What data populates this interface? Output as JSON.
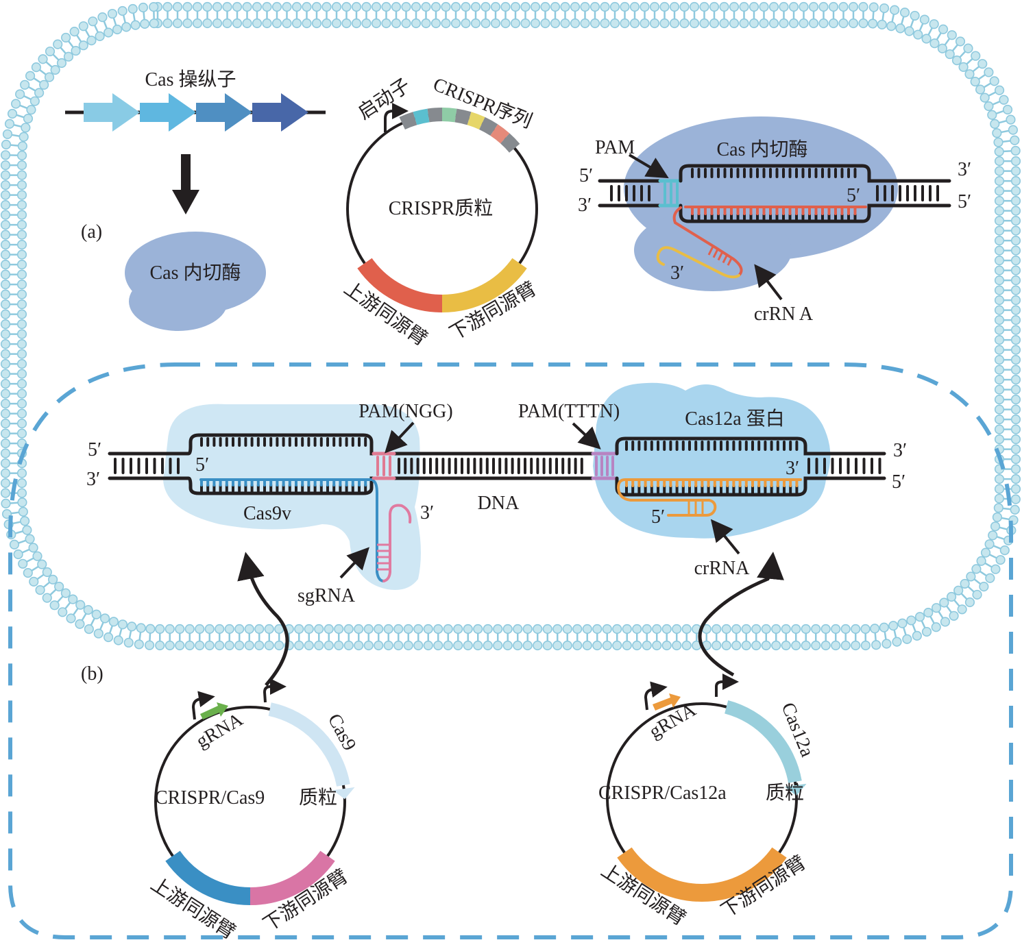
{
  "figure": {
    "panels": [
      "(a)",
      "(b)"
    ],
    "colors": {
      "membrane": "#8ec9de",
      "membrane_fill": "#c7e6ee",
      "dashed_box": "#5aa5d4",
      "cas_enzyme": "#9bb3d8",
      "cas9_blob": "#cfe7f4",
      "cas12a_blob": "#a9d5ee",
      "operon": [
        "#89cbe5",
        "#5fb7e0",
        "#4f8fc2",
        "#4867a8"
      ],
      "crispr_repeats": [
        "#868a8f",
        "#5bbfcf",
        "#868a8f",
        "#8fcca6",
        "#868a8f",
        "#e6d668",
        "#868a8f",
        "#e58a7a",
        "#868a8f"
      ],
      "upstream_arm_a": "#e0604c",
      "downstream_arm_a": "#e9bd44",
      "pam_a": "#5bbfcf",
      "crrna_a": "#e0604c",
      "tracr_a": "#e9bd44",
      "pam_ngg": "#e07a92",
      "sgrna_guide": "#3a8fc4",
      "sgrna_scaffold": "#e07aa0",
      "pam_tttn": "#b784c2",
      "crrna_b": "#ec9a3c",
      "grna_cas9": "#6ab04c",
      "cas9_gene": "#cfe5f3",
      "upstream_arm_cas9": "#3a8fc4",
      "downstream_arm_cas9": "#d975a5",
      "grna_cas12a": "#ec9a3c",
      "cas12a_gene": "#99cfdc",
      "arms_cas12a": "#ec9a3c"
    }
  },
  "panel_a": {
    "label": "(a)",
    "operon_label": "Cas 操纵子",
    "enzyme_label": "Cas 内切酶",
    "plasmid": {
      "promoter_label": "启动子",
      "array_label": "CRISPR序列",
      "name": "CRISPR质粒",
      "upstream_arm": "上游同源臂",
      "downstream_arm": "下游同源臂"
    },
    "complex": {
      "pam_label": "PAM",
      "enzyme_label": "Cas 内切酶",
      "end_5_left": "5′",
      "end_3_left": "3′",
      "end_3_right": "3′",
      "end_5_right": "5′",
      "rna_5": "5′",
      "rna_3": "3′",
      "crrna_label": "crRN A"
    }
  },
  "panel_b": {
    "label": "(b)",
    "dna_label": "DNA",
    "end_5_left": "5′",
    "end_3_left": "3′",
    "end_3_right": "3′",
    "end_5_right": "5′",
    "cas9": {
      "pam_label": "PAM(NGG)",
      "protein_label": "Cas9v",
      "guide_5": "5′",
      "sgrna_3": "3′",
      "sgrna_label": "sgRNA"
    },
    "cas12a": {
      "pam_label": "PAM(TTTN)",
      "protein_label": "Cas12a 蛋白",
      "guide_3": "3′",
      "crrna_5": "5′",
      "crrna_label": "crRNA"
    },
    "plasmid_cas9": {
      "name": "CRISPR/Cas9",
      "suffix": "质粒",
      "grna_label": "gRNA",
      "gene_label": "Cas9",
      "upstream_arm": "上游同源臂",
      "downstream_arm": "下游同源臂"
    },
    "plasmid_cas12a": {
      "name": "CRISPR/Cas12a",
      "suffix": "质粒",
      "grna_label": "gRNA",
      "gene_label": "Cas12a",
      "upstream_arm": "上游同源臂",
      "downstream_arm": "下游同源臂"
    }
  }
}
